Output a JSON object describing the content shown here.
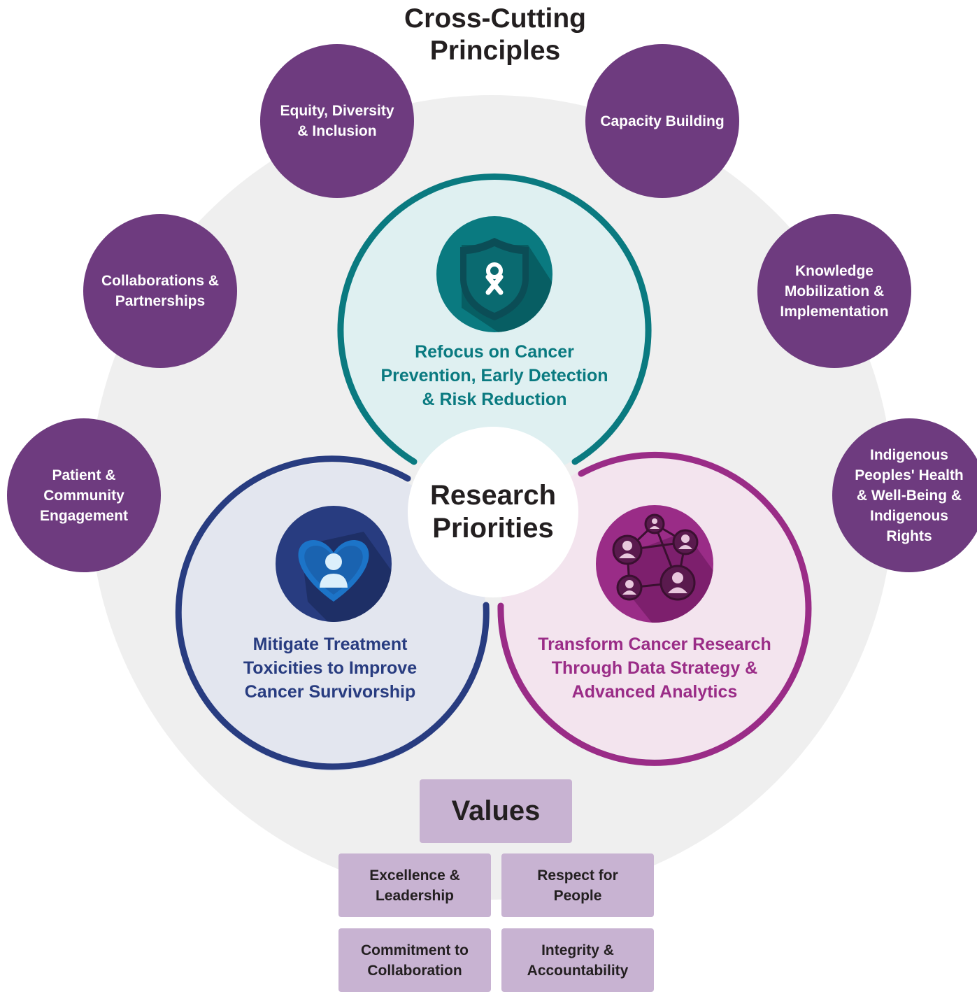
{
  "title_line1": "Cross-Cutting",
  "title_line2": "Principles",
  "center_label": "Research\nPriorities",
  "colors": {
    "principle": "#6e3b7f",
    "background_circle": "#efefef",
    "teal": "#0a7a80",
    "navy": "#283c80",
    "magenta": "#9a2c87",
    "values_box": "#c8b3d2"
  },
  "principles": [
    {
      "label": "Equity, Diversity\n& Inclusion"
    },
    {
      "label": "Capacity Building"
    },
    {
      "label": "Collaborations &\nPartnerships"
    },
    {
      "label": "Knowledge\nMobilization &\nImplementation"
    },
    {
      "label": "Patient &\nCommunity\nEngagement"
    },
    {
      "label": "Indigenous\nPeoples' Health\n& Well-Being &\nIndigenous\nRights"
    }
  ],
  "priorities": {
    "prevention": {
      "label": "Refocus on Cancer\nPrevention, Early Detection\n& Risk Reduction",
      "icon": "shield-ribbon-icon"
    },
    "survivorship": {
      "label": "Mitigate Treatment\nToxicities to Improve\nCancer Survivorship",
      "icon": "heart-person-icon"
    },
    "data": {
      "label": "Transform Cancer Research\nThrough Data Strategy &\nAdvanced Analytics",
      "icon": "network-people-icon"
    }
  },
  "values_heading": "Values",
  "values": [
    {
      "label": "Excellence &\nLeadership"
    },
    {
      "label": "Respect for\nPeople"
    },
    {
      "label": "Commitment to\nCollaboration"
    },
    {
      "label": "Integrity &\nAccountability"
    }
  ]
}
